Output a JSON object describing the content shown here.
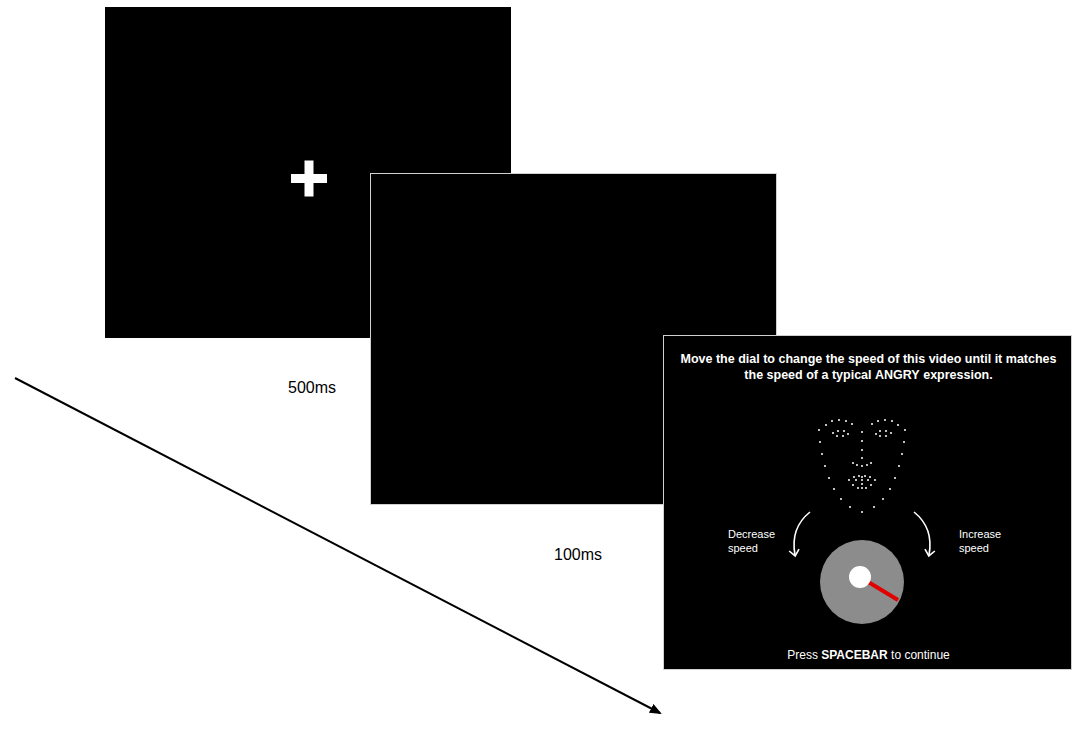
{
  "diagram": {
    "nodes": [
      {
        "text": [
          "500ms"
        ]
      },
      {
        "text": [
          "100ms"
        ]
      },
      {
        "text": [
          "Move the dial to change the speed of this video until it matches the speed of a typical ANGRY expression.",
          "Decrease speed",
          "Increase speed",
          "Press SPACEBAR to continue"
        ]
      }
    ]
  }
}
